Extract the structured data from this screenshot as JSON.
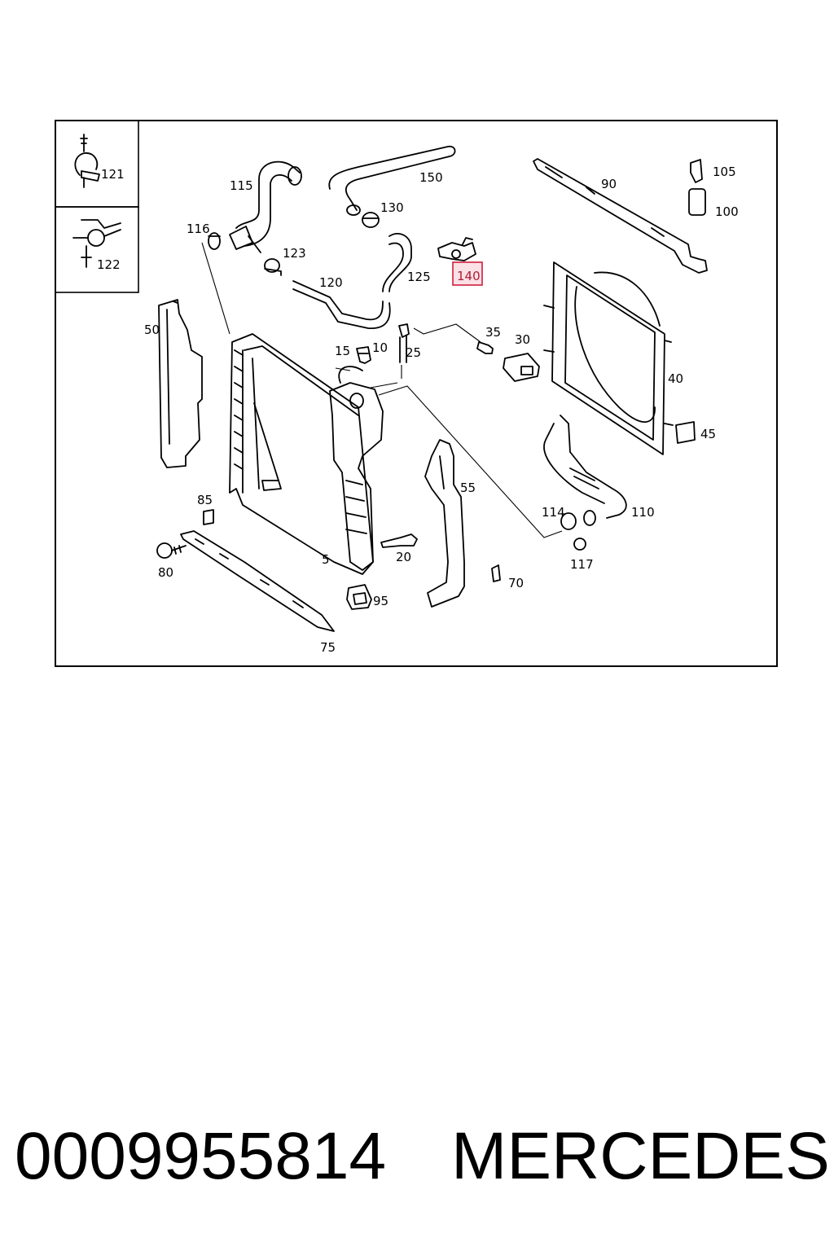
{
  "diagram": {
    "part_labels": {
      "p121": "121",
      "p122": "122",
      "p115": "115",
      "p150": "150",
      "p116": "116",
      "p130": "130",
      "p123": "123",
      "p125": "125",
      "p120": "120",
      "p140": "140",
      "p90": "90",
      "p105": "105",
      "p100": "100",
      "p50": "50",
      "p35": "35",
      "p30": "30",
      "p15": "15",
      "p10": "10",
      "p25": "25",
      "p40": "40",
      "p45": "45",
      "p55": "55",
      "p85": "85",
      "p114": "114",
      "p110": "110",
      "p80": "80",
      "p5": "5",
      "p20": "20",
      "p117": "117",
      "p70": "70",
      "p95": "95",
      "p75": "75"
    },
    "highlighted_part": "140",
    "highlight_color": "#d21d3c"
  },
  "caption": {
    "part_number": "0009955814",
    "brand": "MERCEDES"
  }
}
